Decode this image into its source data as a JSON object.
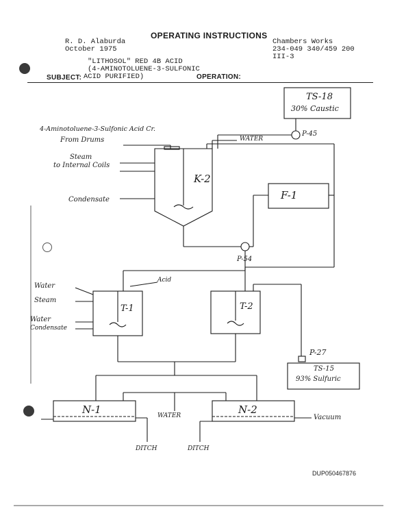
{
  "header": {
    "title": "OPERATING INSTRUCTIONS",
    "author": "R. D. Alaburda",
    "date": "October 1975",
    "site": "Chambers Works",
    "doc_numbers": "234-049 340/459 200",
    "section": "III-3",
    "product_line1": "\"LITHOSOL\" RED 4B ACID",
    "product_line2": "(4-AMINOTOLUENE-3-SULFONIC",
    "product_line3": "ACID PURIFIED)",
    "subject_label": "SUBJECT:",
    "operation_label": "OPERATION:"
  },
  "diagram": {
    "ts18_line1": "TS-18",
    "ts18_line2": "30% Caustic",
    "p45": "P-45",
    "water_top": "WATER",
    "feed_line1": "4-Aminotoluene-3-Sulfonic Acid Cr.",
    "feed_line2": "From Drums",
    "steam_line1": "Steam",
    "steam_line2": "to Internal Coils",
    "condensate": "Condensate",
    "k2": "K-2",
    "f1": "F-1",
    "p54": "P-54",
    "acid": "Acid",
    "water_t1": "Water",
    "steam_t1": "Steam",
    "water_t1b": "Water",
    "condensate_t1": "Condensate",
    "t1": "T-1",
    "t2": "T-2",
    "p27": "P-27",
    "ts15_line1": "TS-15",
    "ts15_line2": "93% Sulfuric",
    "n1": "N-1",
    "n2": "N-2",
    "water_mid": "WATER",
    "vacuum": "Vacuum",
    "ditch1": "DITCH",
    "ditch2": "DITCH"
  },
  "footer": {
    "doc_id": "DUP050467876"
  }
}
